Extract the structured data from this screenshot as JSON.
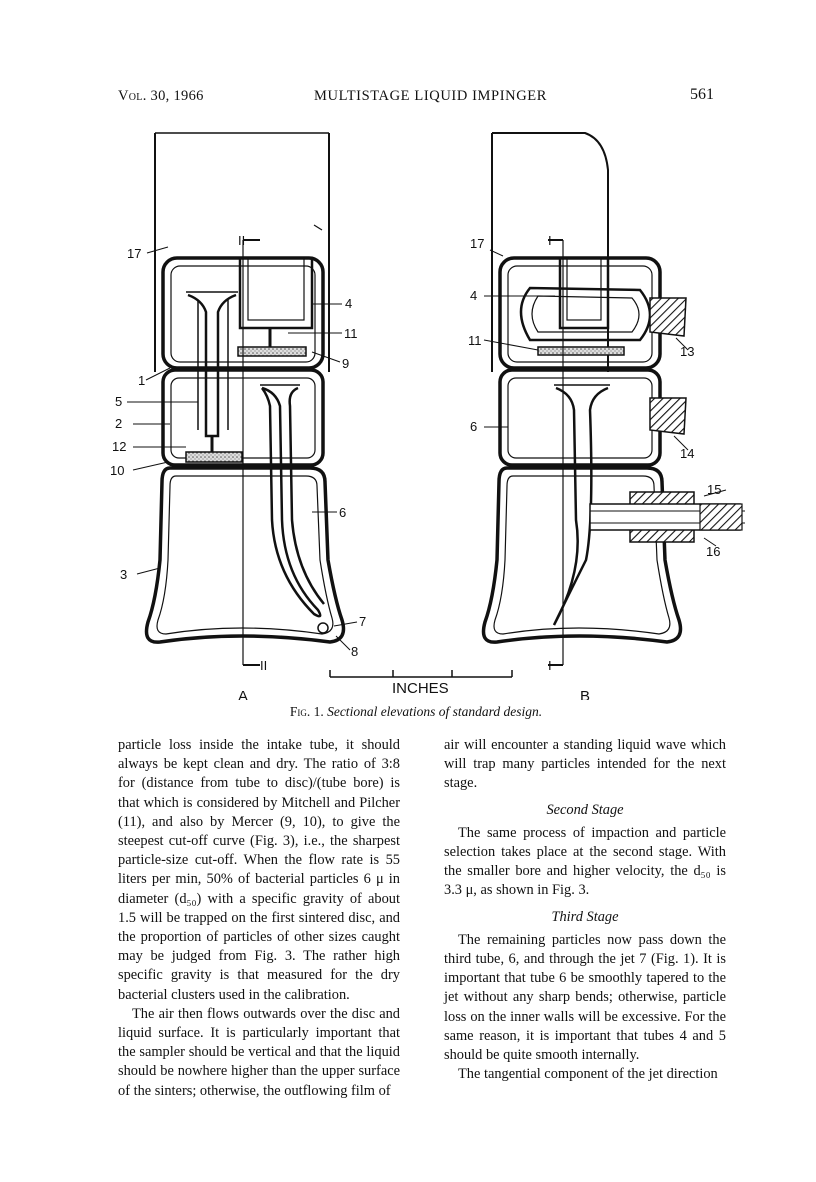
{
  "header": {
    "journal": "Vol. 30, 1966",
    "title": "MULTISTAGE LIQUID IMPINGER",
    "page": "561"
  },
  "figure": {
    "panel_a": "A",
    "panel_b": "B",
    "scale_label": "INCHES",
    "section_top_a": "II",
    "section_bottom_a": "II",
    "section_top_b": "I",
    "section_bottom_b": "I",
    "callouts_a": [
      "17",
      "4",
      "11",
      "9",
      "1",
      "5",
      "2",
      "12",
      "10",
      "6",
      "3",
      "7",
      "8"
    ],
    "callouts_b": [
      "17",
      "4",
      "11",
      "13",
      "6",
      "14",
      "15",
      "16"
    ]
  },
  "caption": {
    "label": "Fig. 1.",
    "text": "Sectional elevations of standard design."
  },
  "left_column": {
    "p1": "particle loss inside the intake tube, it should always be kept clean and dry. The ratio of 3:8 for (distance from tube to disc)/(tube bore) is that which is considered by Mitchell and Pilcher (11), and also by Mercer (9, 10), to give the steepest cut-off curve (Fig. 3), i.e., the sharpest particle-size cut-off. When the flow rate is 55 liters per min, 50% of bacterial particles 6 μ in diameter (d₅₀) with a specific gravity of about 1.5 will be trapped on the first sintered disc, and the proportion of particles of other sizes caught may be judged from Fig. 3. The rather high specific gravity is that measured for the dry bacterial clusters used in the calibration.",
    "p2": "The air then flows outwards over the disc and liquid surface. It is particularly important that the sampler should be vertical and that the liquid should be nowhere higher than the upper surface of the sinters; otherwise, the outflowing film of"
  },
  "right_column": {
    "p1": "air will encounter a standing liquid wave which will trap many particles intended for the next stage.",
    "h2": "Second Stage",
    "p2": "The same process of impaction and particle selection takes place at the second stage. With the smaller bore and higher velocity, the d₅₀ is 3.3 μ, as shown in Fig. 3.",
    "h3": "Third Stage",
    "p3": "The remaining particles now pass down the third tube, 6, and through the jet 7 (Fig. 1). It is important that tube 6 be smoothly tapered to the jet without any sharp bends; otherwise, particle loss on the inner walls will be excessive. For the same reason, it is important that tubes 4 and 5 should be quite smooth internally.",
    "p4": "The tangential component of the jet direction"
  }
}
